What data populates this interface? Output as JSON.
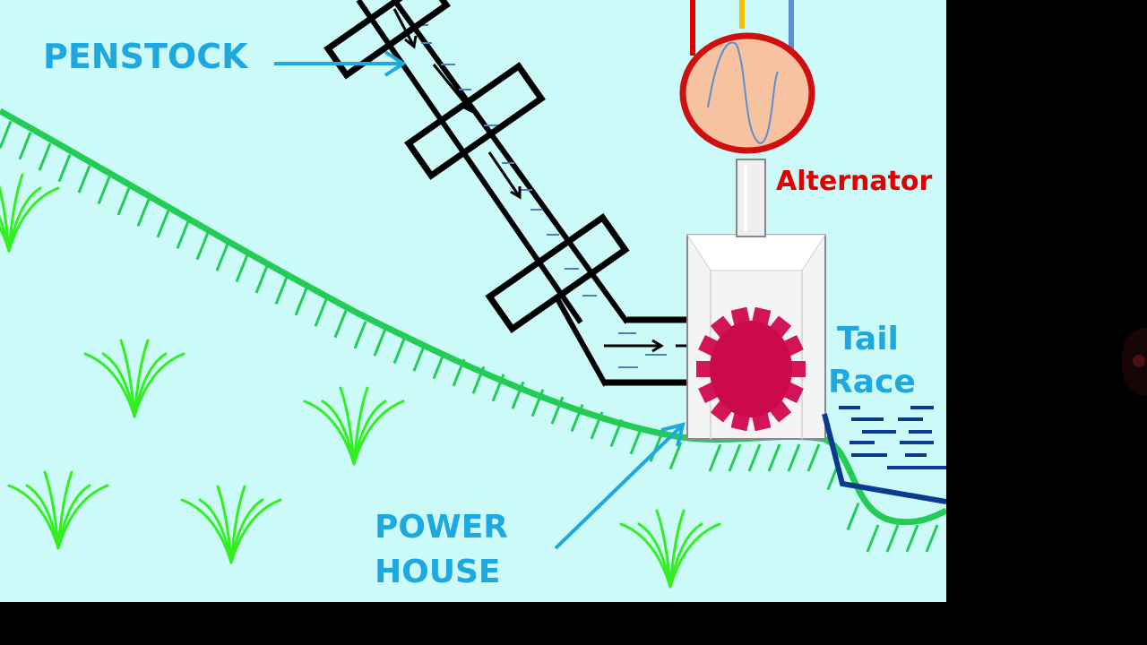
{
  "diagram": {
    "labels": {
      "penstock": "PENSTOCK",
      "alternator": "Alternator",
      "tail_line1": "Tail",
      "tail_line2": "Race",
      "power_line1": "POWER",
      "power_line2": "HOUSE"
    },
    "colors": {
      "background": "#ccfaf8",
      "penstock_label": "#1ea8e0",
      "alternator_label": "#e00000",
      "tail_race_label": "#1ea8e0",
      "power_house_label": "#1ea8e0",
      "ground_line": "#22cc55",
      "grass": "#33ee22",
      "turbine": "#cc0a4a",
      "alternator_body": "#f7c2a0",
      "alternator_ring": "#d01010",
      "water_dashes": "#0a3a90"
    }
  }
}
